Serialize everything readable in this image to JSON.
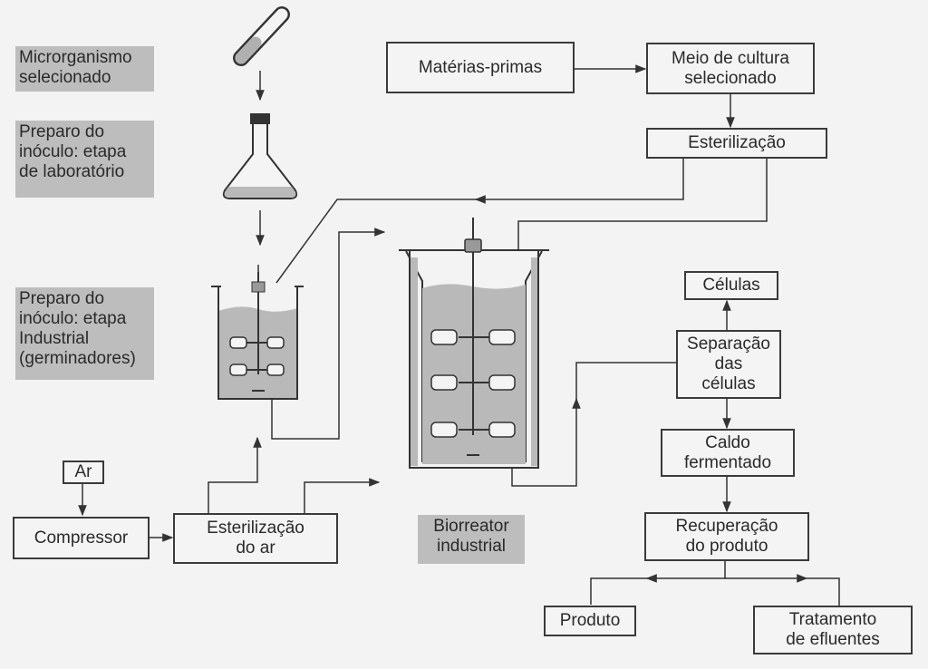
{
  "labels": {
    "microorganism": "Microrganismo\nselecionado",
    "inoculum_lab": "Preparo do\ninóculo: etapa\nde laboratório",
    "inoculum_industrial": "Preparo do\ninóculo: etapa\nIndustrial\n(germinadores)",
    "bioreactor": "Biorreator\nindustrial"
  },
  "boxes": {
    "raw_materials": "Matérias-primas",
    "culture_medium": "Meio de cultura\nselecionado",
    "sterilization": "Esterilização",
    "cells": "Células",
    "cell_separation": "Separação\ndas\ncélulas",
    "fermented_broth": "Caldo\nfermentado",
    "product_recovery": "Recuperação\ndo produto",
    "product": "Produto",
    "effluent_treatment": "Tratamento\nde efluentes",
    "air": "Ar",
    "compressor": "Compressor",
    "air_sterilization": "Esterilização\ndo ar"
  },
  "colors": {
    "line": "#333333",
    "liquid": "#b9b9b9",
    "label_bg": "#bdbdbd",
    "box_bg": "#f4f4f4"
  }
}
